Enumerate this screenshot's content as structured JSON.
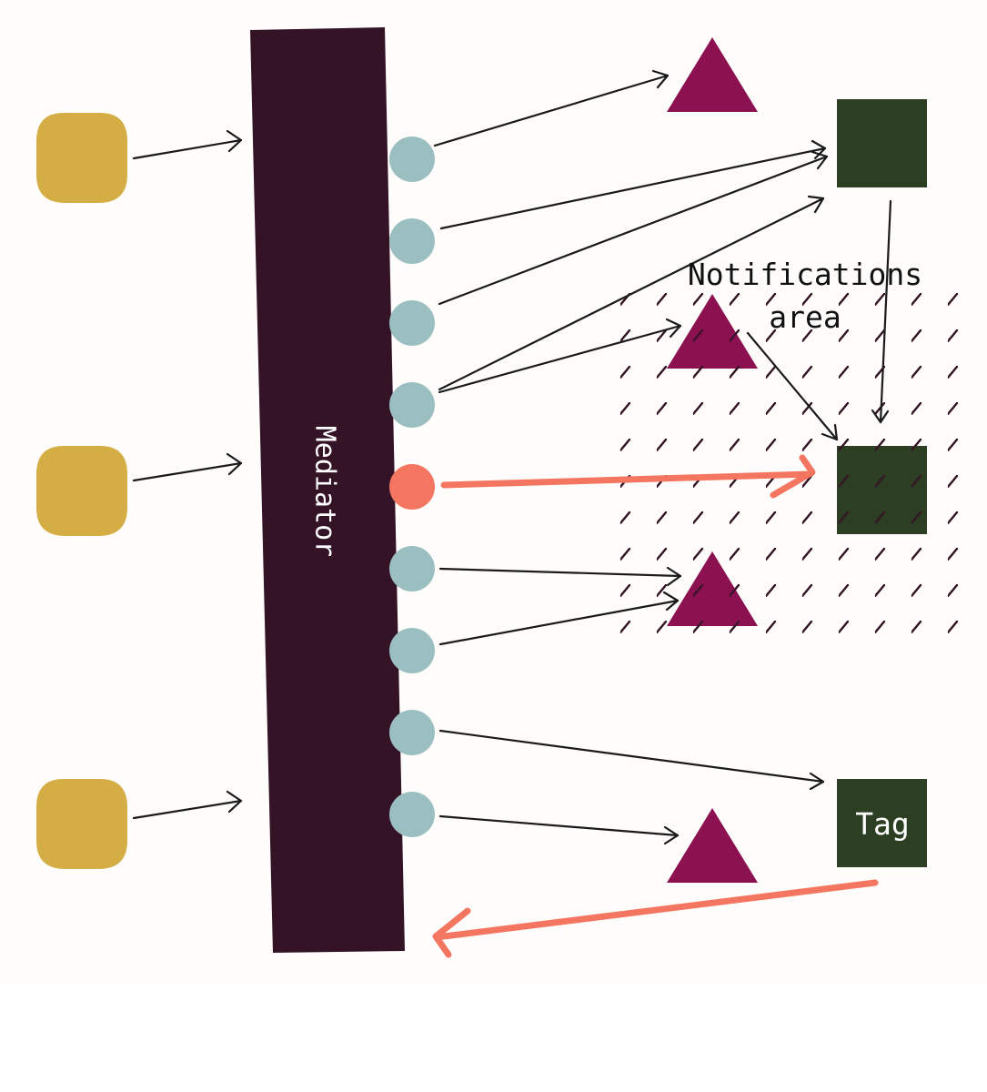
{
  "diagram": {
    "mediator_label": "Mediator",
    "area_label_line1": "Notifications",
    "area_label_line2": "area",
    "tag_label": "Tag"
  },
  "colors": {
    "canvas": "#fffdfb",
    "mediator": "#341327",
    "source_circle": "#d4ae45",
    "port": "#9bbfc0",
    "active_port": "#f47560",
    "triangle": "#8b1150",
    "square": "#2c3f22",
    "highlight_arrow": "#f47560",
    "arrow": "#1a1a1a",
    "hatch": "#341327",
    "tag_text": "#ffffff",
    "mediator_text": "#ffffff",
    "label_text": "#111111"
  },
  "icons": {
    "source": "circle",
    "port": "circle",
    "target_a": "triangle",
    "target_b": "square"
  }
}
